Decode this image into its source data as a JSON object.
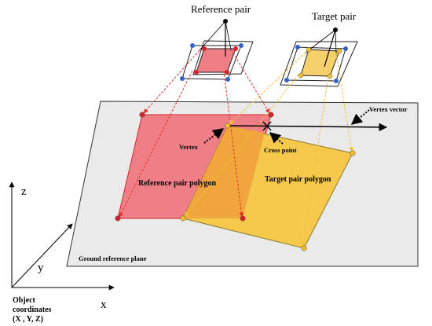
{
  "labels": {
    "reference_pair": "Reference pair",
    "target_pair": "Target pair",
    "vertex_vector": "Vertex vector",
    "vertex": "Vertex",
    "cross_point": "Cross point",
    "reference_polygon": "Reference pair polygon",
    "target_polygon": "Target pair polygon",
    "ground_plane": "Ground reference plane",
    "axis_z": "z",
    "axis_y": "y",
    "axis_x": "x",
    "coords_line1": "Object",
    "coords_line2": "coordinates",
    "coords_line3": "(X , Y, Z)"
  },
  "colors": {
    "plane_fill": "#eaeaea",
    "reference_polygon_fill": "#ef7f86",
    "target_polygon_fill": "#f6c94c",
    "overlap_fill": "#f0a43c",
    "reference_ray": "#e0302a",
    "target_ray": "#f2c232",
    "vertex_red": "#d8232a",
    "vertex_blue": "#3763c6",
    "vertex_yellow": "#f4c02e"
  }
}
